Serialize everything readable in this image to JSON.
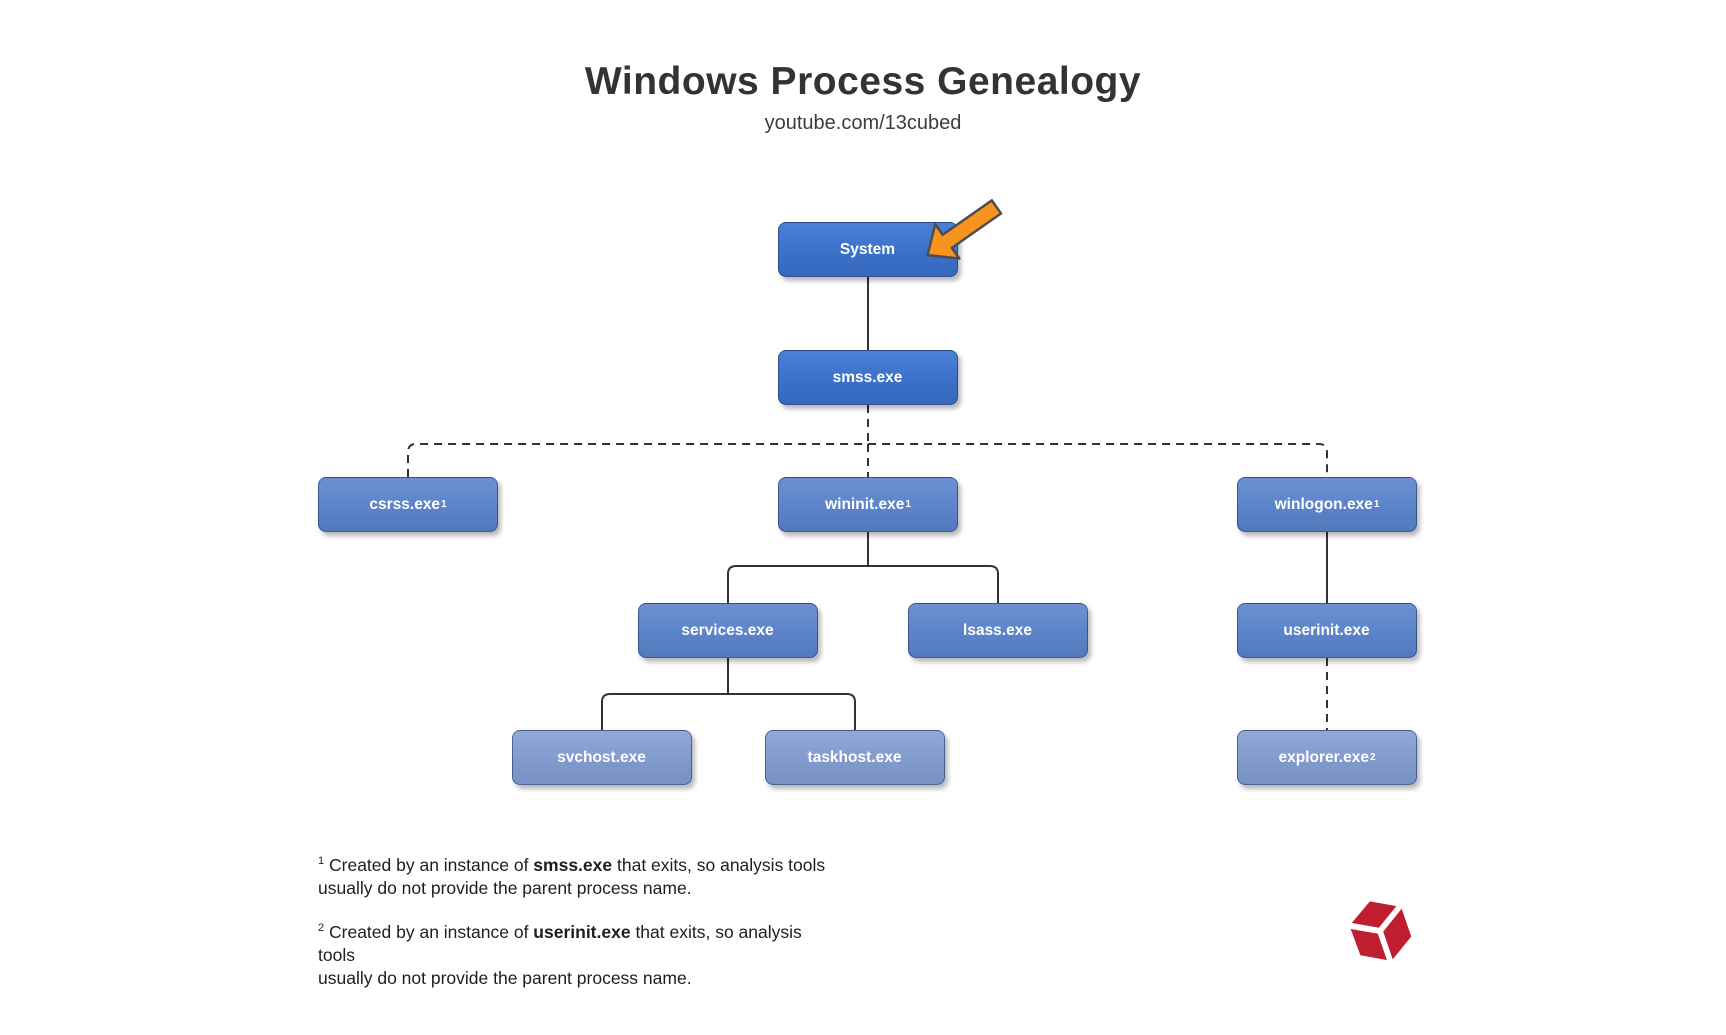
{
  "header": {
    "title": "Windows Process Genealogy",
    "subtitle": "youtube.com/13cubed"
  },
  "nodes": {
    "system": {
      "label": "System",
      "sup": ""
    },
    "smss": {
      "label": "smss.exe",
      "sup": ""
    },
    "csrss": {
      "label": "csrss.exe",
      "sup": "1"
    },
    "wininit": {
      "label": "wininit.exe",
      "sup": "1"
    },
    "winlogon": {
      "label": "winlogon.exe",
      "sup": "1"
    },
    "services": {
      "label": "services.exe",
      "sup": ""
    },
    "lsass": {
      "label": "lsass.exe",
      "sup": ""
    },
    "userinit": {
      "label": "userinit.exe",
      "sup": ""
    },
    "svchost": {
      "label": "svchost.exe",
      "sup": ""
    },
    "taskhost": {
      "label": "taskhost.exe",
      "sup": ""
    },
    "explorer": {
      "label": "explorer.exe",
      "sup": "2"
    }
  },
  "footnotes": [
    {
      "marker": "1",
      "pre": "Created by an instance of ",
      "bold": "smss.exe",
      "post": " that exits, so analysis tools",
      "line2": "usually do not provide the parent process name."
    },
    {
      "marker": "2",
      "pre": "Created by an instance of ",
      "bold": "userinit.exe",
      "post": " that exits, so analysis tools",
      "line2": "usually do not provide the parent process name."
    }
  ],
  "icons": {
    "pointer_arrow": "orange-arrow-pointing-at-system",
    "logo": "13cubed-red-cube"
  },
  "colors": {
    "background": "#ffffff",
    "title_text": "#333333",
    "node_primary": "#3a70c8",
    "node_secondary": "#5b82c8",
    "node_tertiary": "#8099cc",
    "node_text": "#ffffff",
    "connector": "#333333",
    "arrow_fill": "#f7941e",
    "arrow_outline": "#4d4d4d",
    "logo_red": "#bf1e2e"
  }
}
